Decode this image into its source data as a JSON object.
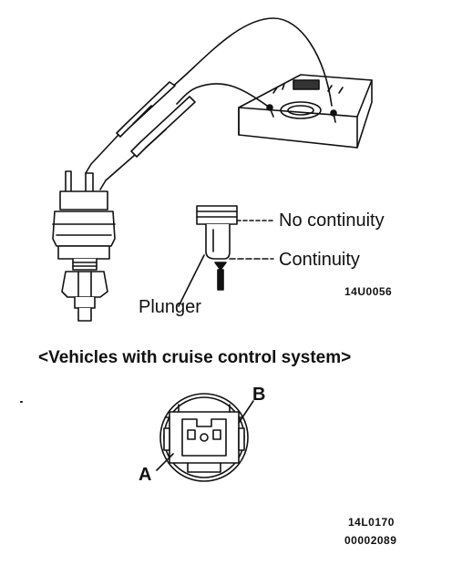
{
  "labels": {
    "no_continuity": "No continuity",
    "continuity": "Continuity",
    "plunger": "Plunger",
    "fig_code_top": "14U0056",
    "section_title": "<Vehicles with cruise control system>",
    "pin_a": "A",
    "pin_b": "B",
    "fig_code_bottom": "14L0170",
    "doc_number": "00002089"
  }
}
